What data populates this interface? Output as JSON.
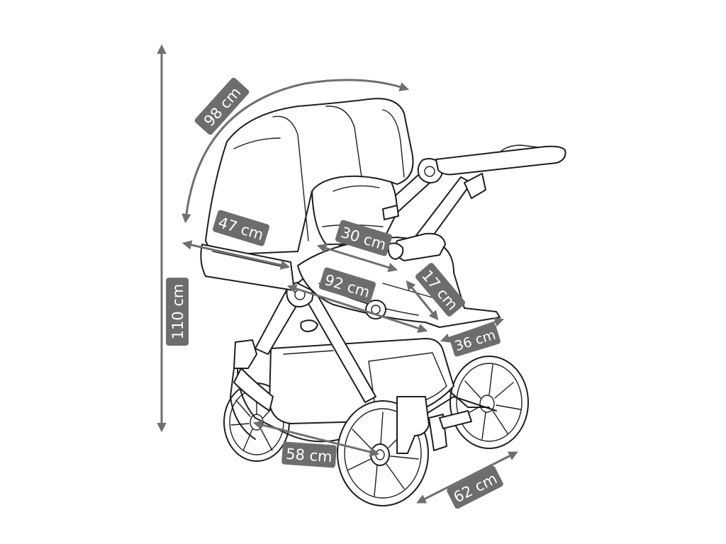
{
  "dimensions": {
    "total_height": "110 cm",
    "canopy_arc": "98 cm",
    "seat_length": "47 cm",
    "seat_width": "30 cm",
    "total_length": "92 cm",
    "footrest_height": "17 cm",
    "footrest_width": "36 cm",
    "wheelbase": "58 cm",
    "wheel_track": "62 cm"
  },
  "colors": {
    "dimension_gray": "#6d6d6d",
    "outline": "#1e1e1e",
    "background": "#ffffff"
  }
}
